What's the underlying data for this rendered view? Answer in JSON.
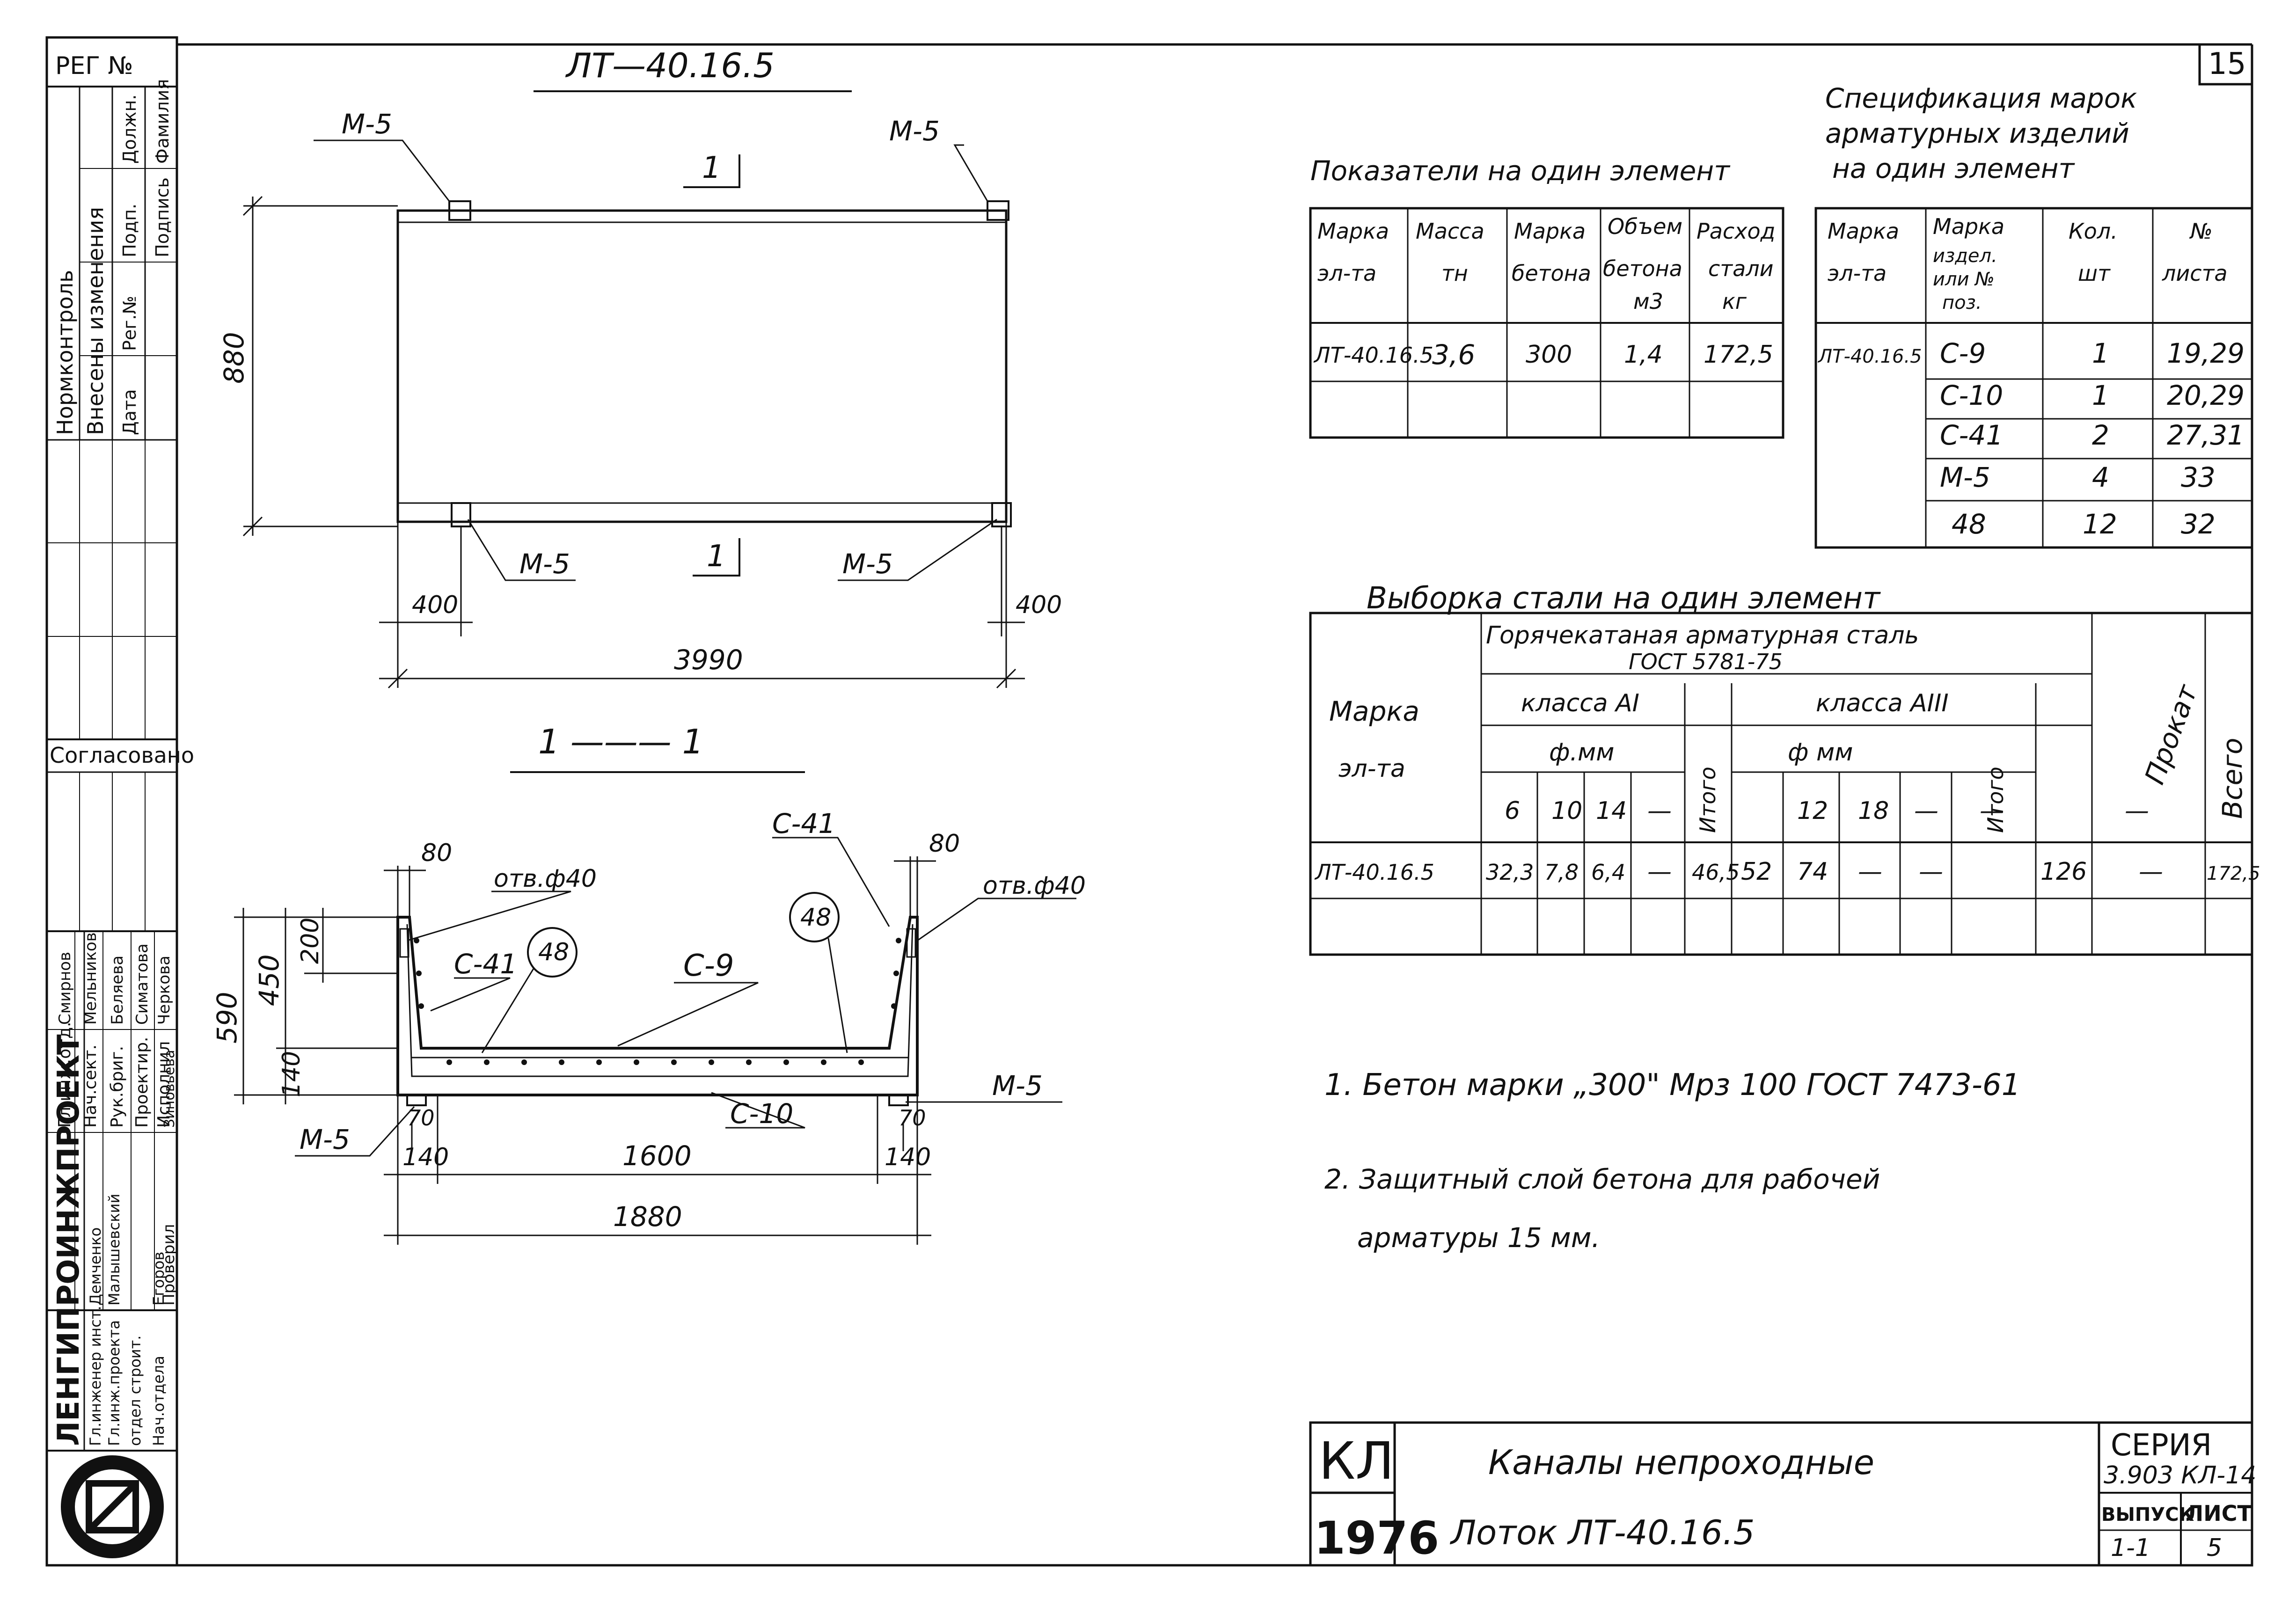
{
  "sheet_number": "15",
  "reg_label": "РЕГ №",
  "main_title": "ЛТ—40.16.5",
  "plan_view": {
    "width_dim": "3990",
    "height_dim": "880",
    "end_dim_left": "400",
    "end_dim_right": "400",
    "section_mark": "1",
    "embed_labels": [
      "М-5",
      "М-5",
      "М-5",
      "М-5"
    ]
  },
  "section_view": {
    "title": "1 ——— 1",
    "dims": {
      "top_left": "80",
      "top_right": "80",
      "h_590": "590",
      "h_450": "450",
      "h_200": "200",
      "h_140": "140",
      "b70_left": "70",
      "b70_right": "70",
      "b140_left": "140",
      "b140_right": "140",
      "inner": "1600",
      "outer": "1880"
    },
    "labels": {
      "hole_left": "отв.ф40",
      "hole_right": "отв.ф40",
      "c41_a": "С-41",
      "c41_b": "С-41",
      "c9": "С-9",
      "c10": "С-10",
      "m5_left": "М-5",
      "m5_right": "М-5",
      "pos48_a": "48",
      "pos48_b": "48"
    }
  },
  "indicators": {
    "caption": "Показатели на один элемент",
    "headers": [
      [
        "Марка",
        "эл-та"
      ],
      [
        "Масса",
        "тн"
      ],
      [
        "Марка",
        "бетона"
      ],
      [
        "Объем",
        "бетона",
        "м3"
      ],
      [
        "Расход",
        "стали",
        "кг"
      ]
    ],
    "row": [
      "ЛТ-40.16.5",
      "3,6",
      "300",
      "1,4",
      "172,5"
    ]
  },
  "spec": {
    "caption": [
      "Спецификация марок",
      "арматурных изделий",
      "на один элемент"
    ],
    "headers": [
      [
        "Марка",
        "эл-та"
      ],
      [
        "Марка",
        "издел.",
        "или №",
        "поз."
      ],
      [
        "Кол.",
        "шт"
      ],
      [
        "№",
        "листа"
      ]
    ],
    "element": "ЛТ-40.16.5",
    "rows": [
      [
        "С-9",
        "1",
        "19,29"
      ],
      [
        "С-10",
        "1",
        "20,29"
      ],
      [
        "С-41",
        "2",
        "27,31"
      ],
      [
        "М-5",
        "4",
        "33"
      ],
      [
        "48",
        "12",
        "32"
      ]
    ]
  },
  "steel": {
    "caption": "Выборка стали на один элемент",
    "group": [
      "Горячекатаная арматурная сталь",
      "ГОСТ 5781-75"
    ],
    "class1": "класса АI",
    "class3": "класса АIII",
    "diam1": "ф.мм",
    "diam3": "ф мм",
    "mark": [
      "Марка",
      "эл-та"
    ],
    "prokat": "Прокат",
    "total_hdr": "Всего",
    "itogo": "Итого",
    "d1": [
      "6",
      "10",
      "14",
      "—"
    ],
    "d3": [
      "12",
      "18",
      "—",
      "—"
    ],
    "prokat_dash": "—",
    "row": {
      "mark": "ЛТ-40.16.5",
      "a1": [
        "32,3",
        "7,8",
        "6,4",
        "—"
      ],
      "a1_total": "46,5",
      "a3": [
        "52",
        "74",
        "—",
        "—"
      ],
      "a3_total": "126",
      "prokat": "—",
      "total": "172,5"
    }
  },
  "notes": [
    "1. Бетон марки „300\" Мрз 100 ГОСТ 7473-61",
    "2. Защитный слой бетона для рабочей",
    "арматуры 15 мм."
  ],
  "title_block": {
    "code": "КЛ",
    "year": "1976",
    "name": "Каналы непроходные",
    "part": "Лоток ЛТ-40.16.5",
    "series_label": "СЕРИЯ",
    "series": "3.903 КЛ-14",
    "issue_label": "ВЫПУСК",
    "issue": "1-1",
    "sheet_label": "ЛИСТ",
    "sheet": "5"
  },
  "side_stamp": {
    "org": "ЛЕНГИПРОИНЖПРОЕКТ",
    "agreed": "Согласовано",
    "changes": [
      "Нормконтроль",
      "Внесены изменения",
      "Дата",
      "Рег.№",
      "Подп.",
      "Должн.",
      "Подпись",
      "Фамилия"
    ],
    "roles": [
      "Гл.инж.отд.",
      "Нач.сект.",
      "Рук.бриг.",
      "Проектир.",
      "Исполнил",
      "Проверил"
    ],
    "names": [
      "Смирнов",
      "Мельников",
      "Беляева",
      "Симатова",
      "Черкова",
      "Зиновьева"
    ],
    "chiefs": [
      "Гл.инженер инст.",
      "Гл.инж.проекта",
      "отдел строит.",
      "Нач.отдела"
    ],
    "chief_names": [
      "Демченко",
      "Малышевский",
      "Егоров"
    ]
  }
}
